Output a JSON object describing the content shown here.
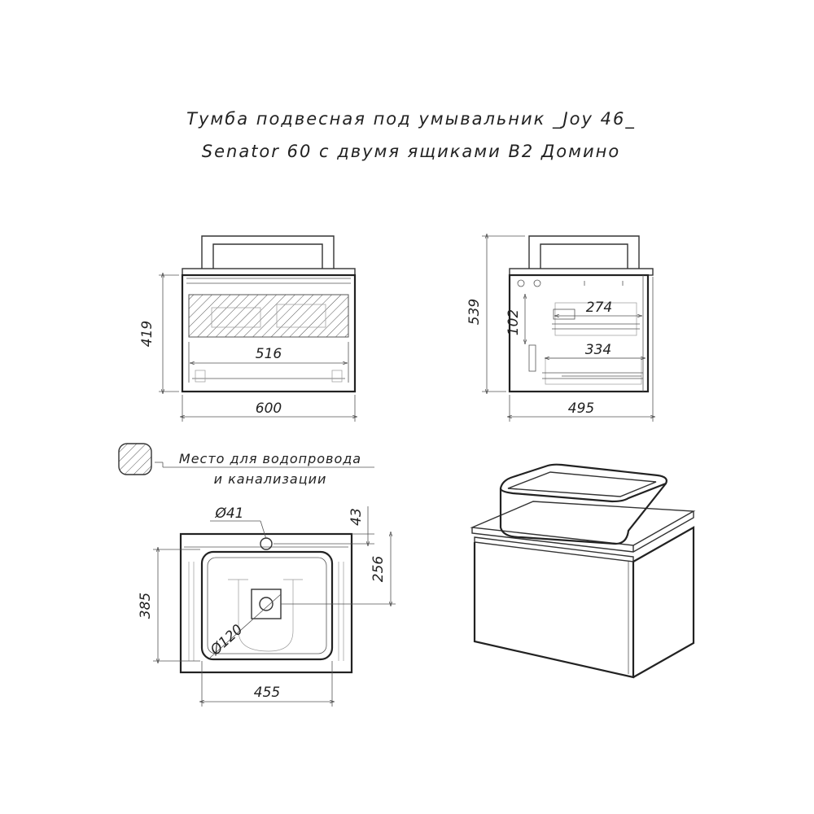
{
  "title": {
    "line1": "Тумба подвесная под умывальник _Joy 46_",
    "line2": "Senator 60 с двумя ящиками В2 Домино"
  },
  "front_view": {
    "height": "419",
    "inner_width": "516",
    "width": "600"
  },
  "side_view": {
    "height": "539",
    "drawer_height": "102",
    "upper_drawer": "274",
    "lower_drawer": "334",
    "depth": "495"
  },
  "legend": {
    "line1": "Место для водопровода",
    "line2": "и канализации"
  },
  "top_view": {
    "hole_diameter": "Ø41",
    "hole_offset": "43",
    "drain_offset": "256",
    "depth": "385",
    "drain_diameter": "Ø120",
    "width": "455"
  },
  "colors": {
    "line": "#333333",
    "background": "#ffffff"
  }
}
